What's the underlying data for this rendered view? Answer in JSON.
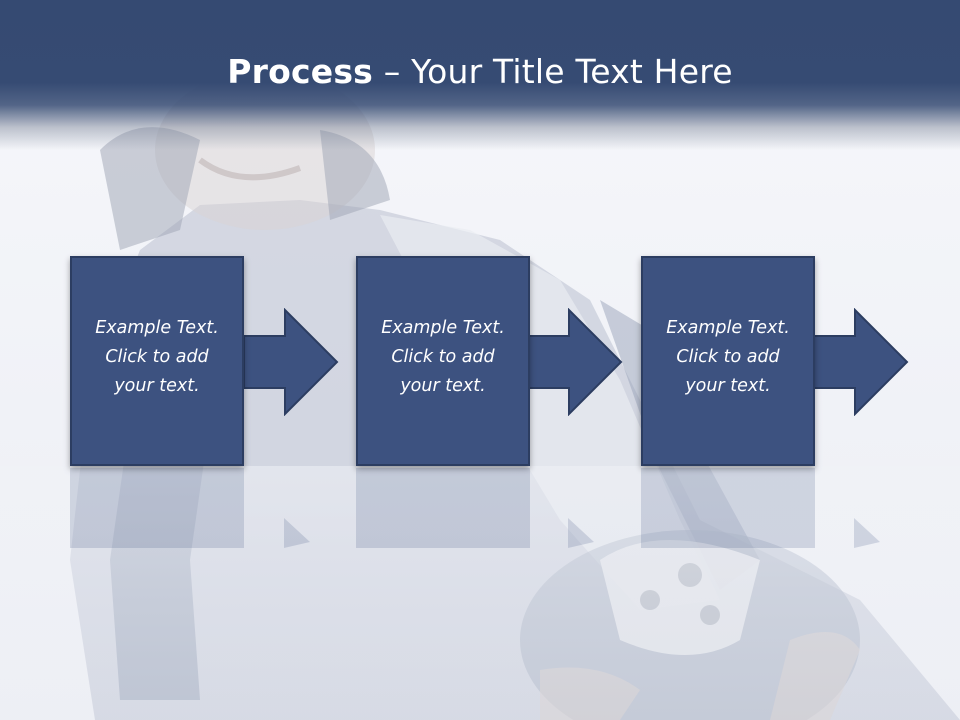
{
  "slide": {
    "title_bold": "Process",
    "title_rest": " – Your Title Text Here"
  },
  "steps": [
    {
      "text": "Example Text.\nClick  to add\nyour text."
    },
    {
      "text": "Example Text.\nClick  to add\nyour text."
    },
    {
      "text": "Example Text.\nClick  to add\nyour text."
    }
  ],
  "colors": {
    "header": "#354a72",
    "box": "#3d5280",
    "box_border": "#2c3d61"
  }
}
